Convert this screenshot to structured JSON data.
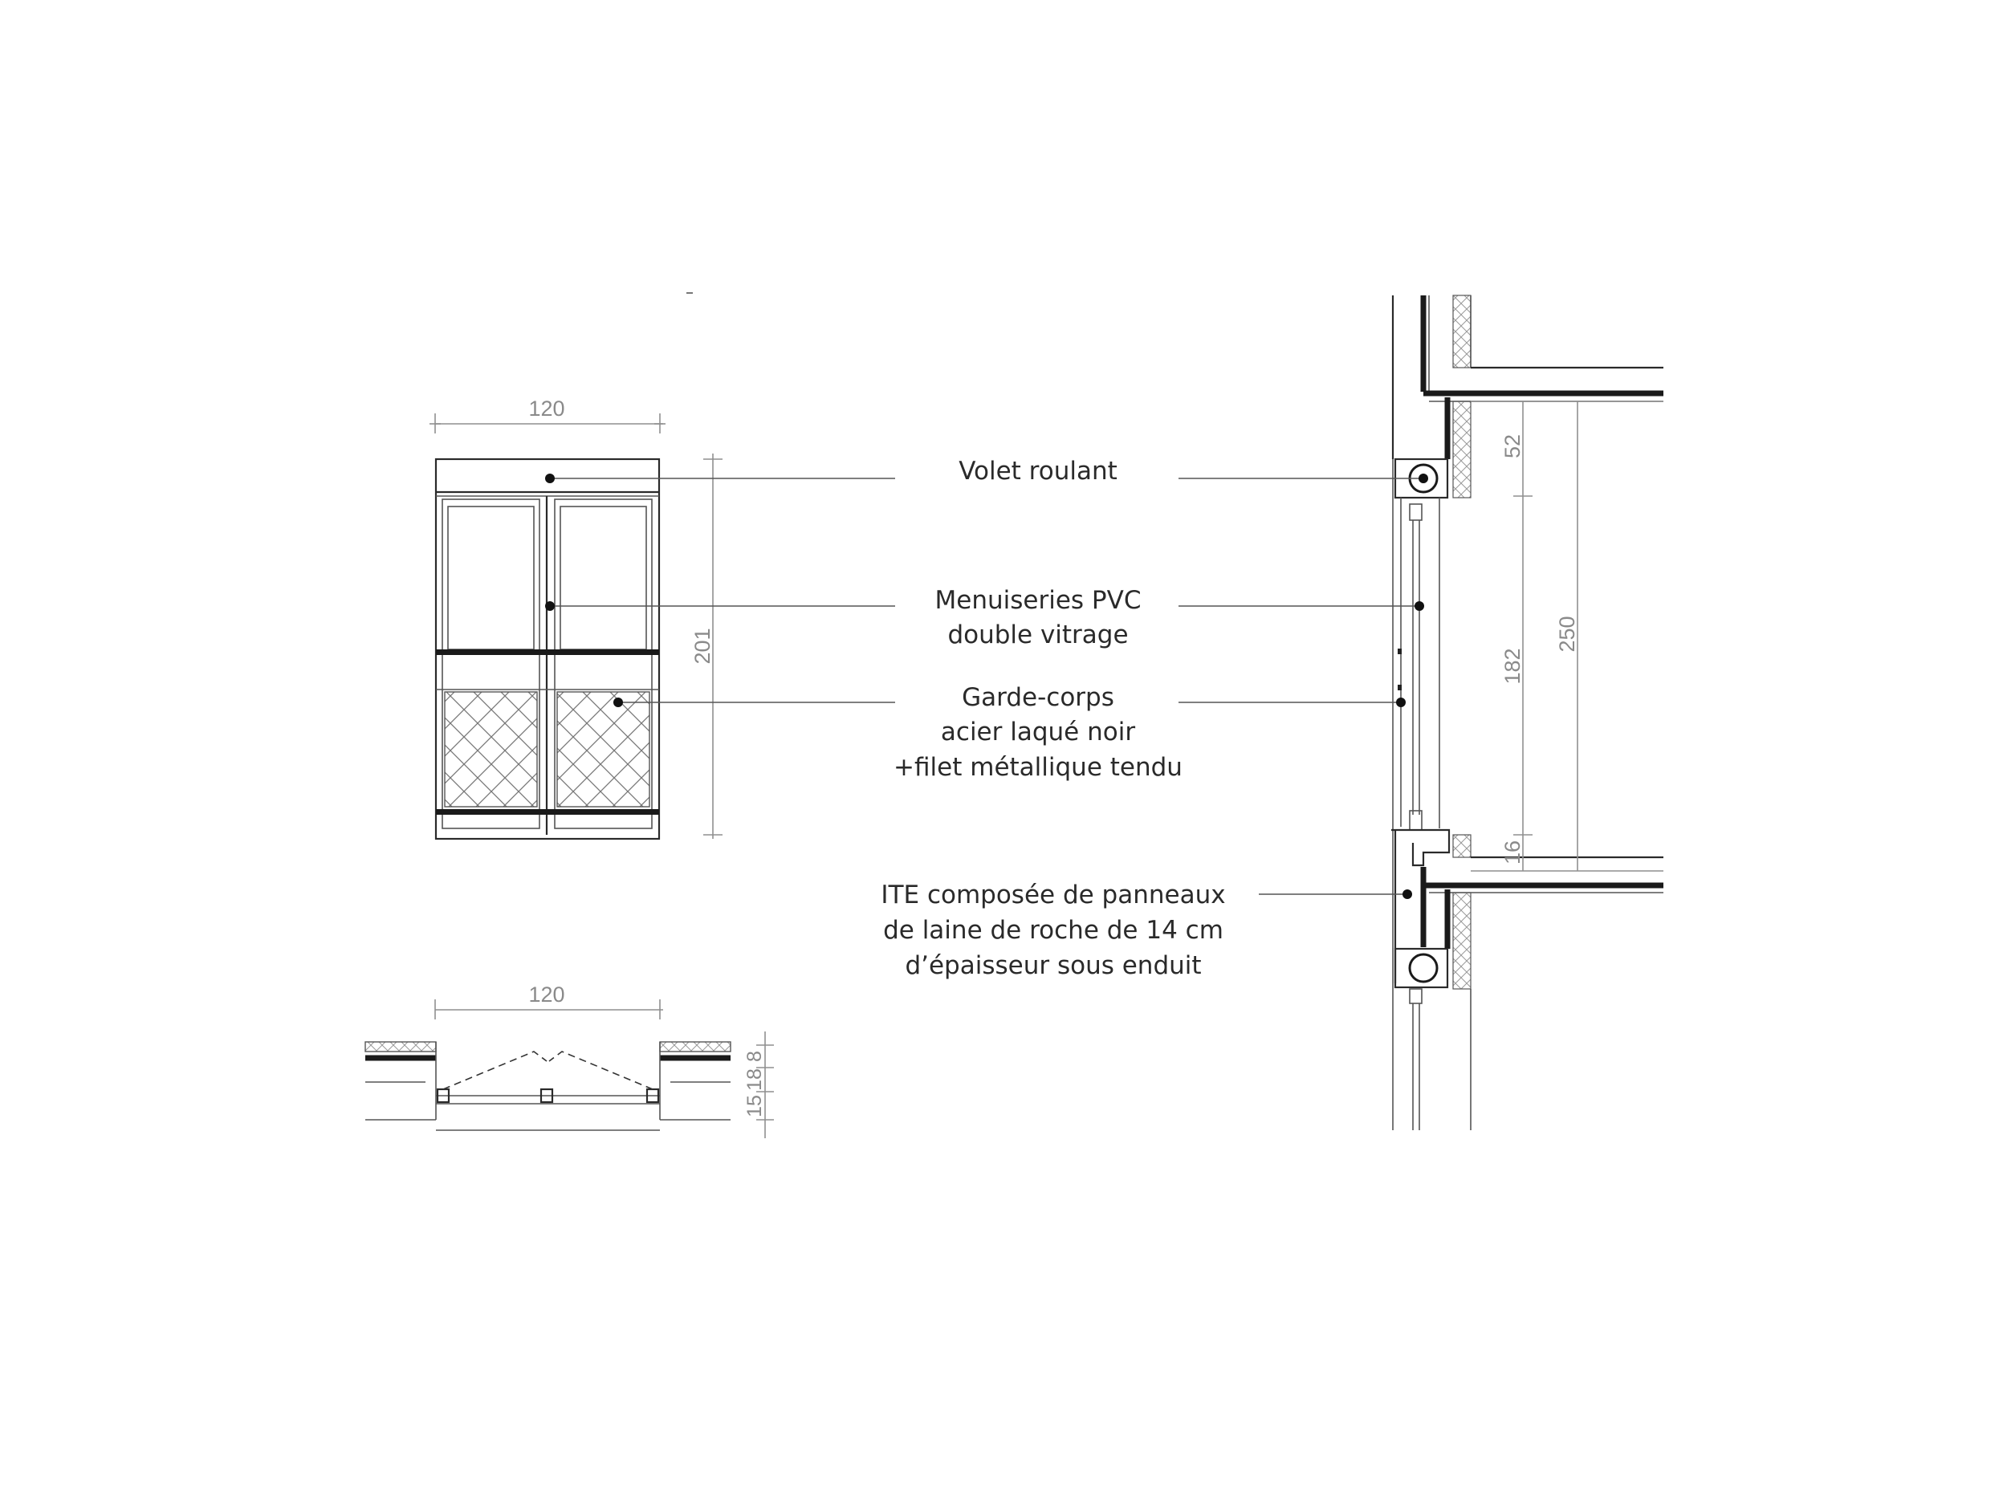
{
  "elevation": {
    "width_dim": "120",
    "height_dim": "201"
  },
  "plan": {
    "width_dim": "120",
    "dim_a": "8",
    "dim_b": "18",
    "dim_c": "15"
  },
  "section": {
    "dim_shutter": "52",
    "dim_window": "182",
    "dim_total": "250",
    "dim_sill": "16"
  },
  "labels": {
    "volet": [
      "Volet roulant"
    ],
    "menuiseries": [
      "Menuiseries PVC",
      "double vitrage"
    ],
    "garde_corps": [
      "Garde-corps",
      "acier laqué noir",
      "+filet métallique tendu"
    ],
    "ite": [
      "ITE composée de panneaux",
      "de laine de roche de 14 cm",
      "d’épaisseur sous enduit"
    ]
  },
  "colors": {
    "ink": "#1a1a1a",
    "dimension": "#8a8a8a"
  }
}
